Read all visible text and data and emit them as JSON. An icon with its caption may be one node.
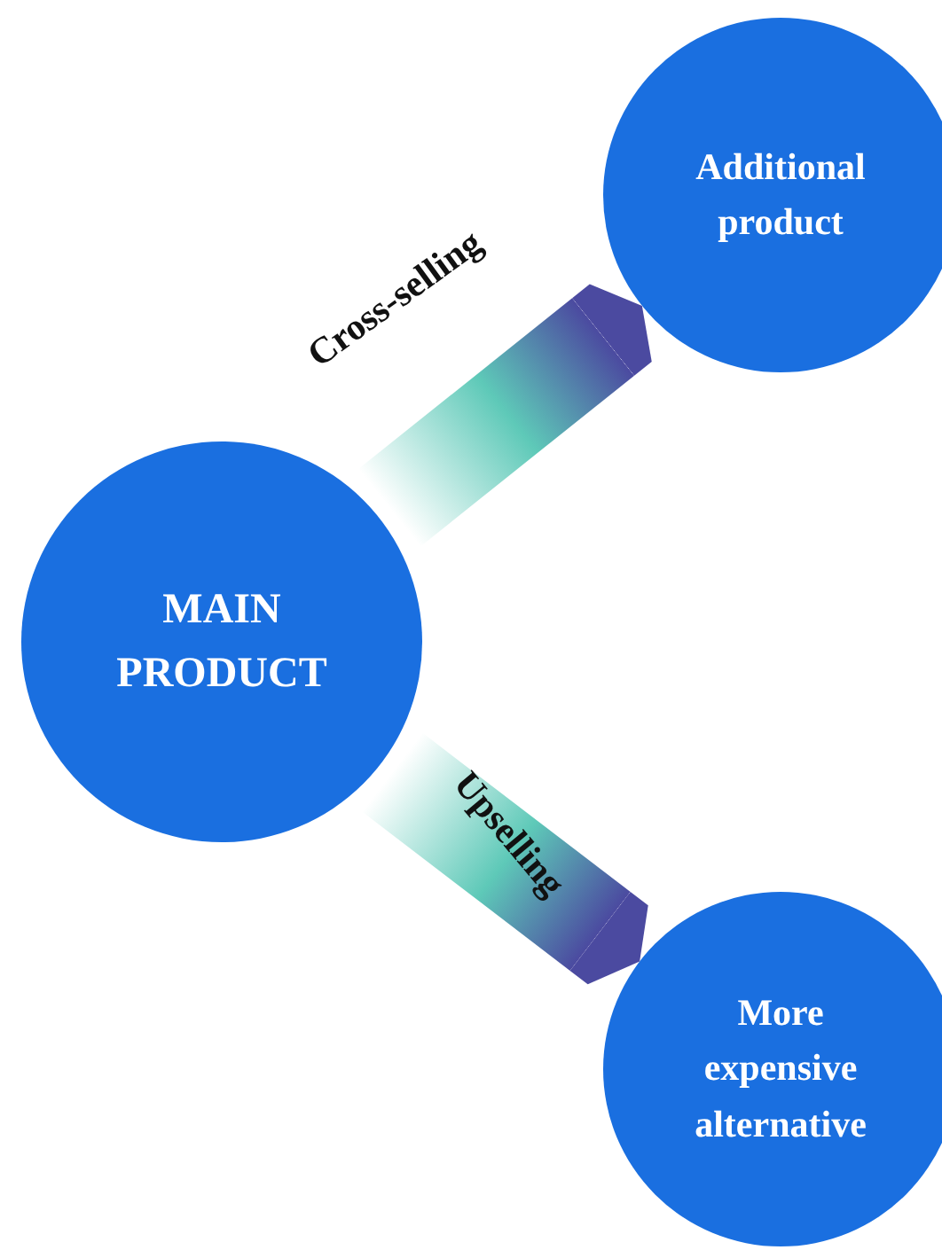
{
  "diagram": {
    "nodes": [
      {
        "text": [
          "MAIN PRODUCT"
        ]
      },
      {
        "text": [
          "Additional product"
        ]
      },
      {
        "text": [
          "More expensive alternative"
        ]
      }
    ],
    "edges": [
      {
        "from": 0,
        "to": 1,
        "arrow": "to",
        "label": "Cross-selling",
        "style": "thick"
      },
      {
        "from": 0,
        "to": 2,
        "arrow": "to",
        "label": "Upselling",
        "style": "thick"
      }
    ]
  }
}
